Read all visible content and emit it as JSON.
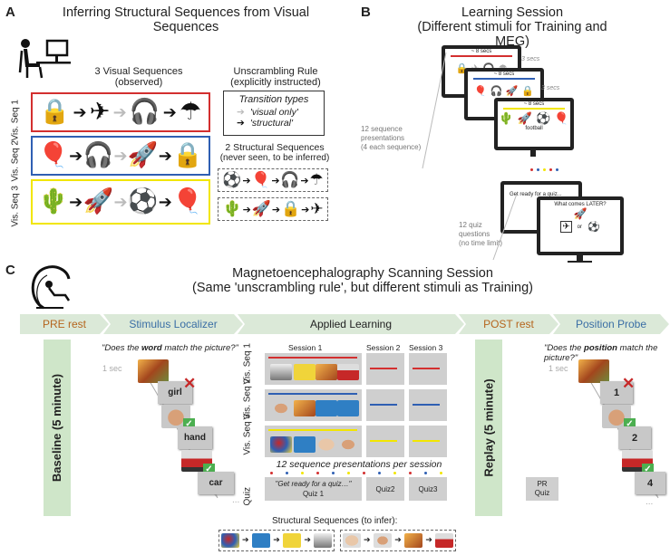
{
  "panel_a": {
    "letter": "A",
    "title": "Inferring Structural Sequences from Visual Sequences",
    "visual_header_1": "3 Visual Sequences",
    "visual_header_2": "(observed)",
    "rule_header_1": "Unscrambling Rule",
    "rule_header_2": "(explicitly instructed)",
    "legend_title": "Transition types",
    "legend_visual": "'visual only'",
    "legend_structural": "'structural'",
    "structural_header_1": "2 Structural Sequences",
    "structural_header_2": "(never seen, to be inferred)",
    "seq_labels": [
      "Vis. Seq 1",
      "Vis. Seq 2",
      "Vis. Seq 3"
    ],
    "seq_colors": [
      "#d32f2f",
      "#2f5fb3",
      "#f2e600"
    ],
    "sequences": [
      {
        "icons": [
          "lock-icon",
          "airplane-icon",
          "headphones-icon",
          "umbrella-icon"
        ],
        "glyphs": [
          "🔒",
          "✈",
          "🎧",
          "☂"
        ],
        "transitions": [
          "structural",
          "visual",
          "structural"
        ]
      },
      {
        "icons": [
          "balloons-icon",
          "headphones-icon",
          "rocket-icon",
          "lock-icon"
        ],
        "glyphs": [
          "🎈",
          "🎧",
          "🚀",
          "🔒"
        ],
        "transitions": [
          "structural",
          "visual",
          "structural"
        ]
      },
      {
        "icons": [
          "plant-icon",
          "rocket-icon",
          "football-icon",
          "balloons-icon"
        ],
        "glyphs": [
          "🌵",
          "🚀",
          "⚽",
          "🎈"
        ],
        "transitions": [
          "structural",
          "visual",
          "structural"
        ]
      }
    ],
    "structural_sequences": [
      {
        "glyphs": [
          "⚽",
          "🎈",
          "🎧",
          "☂"
        ]
      },
      {
        "glyphs": [
          "🌵",
          "🚀",
          "🔒",
          "✈"
        ]
      }
    ]
  },
  "panel_b": {
    "letter": "B",
    "title_1": "Learning Session",
    "title_2": "(Different stimuli for Training and MEG)",
    "timer_label": "~ 8 secs",
    "interval_label": "3 secs",
    "football_caption": "football",
    "note_presentations": [
      "12 sequence",
      "presentations",
      "(4 each sequence)"
    ],
    "note_quiz": [
      "12 quiz",
      "questions",
      "(no time limit)"
    ],
    "quiz_intro": "Get ready for a quiz...",
    "quiz_question": "What comes LATER?",
    "quiz_or": "or"
  },
  "panel_c": {
    "letter": "C",
    "title_1": "Magnetoencephalography Scanning Session",
    "title_2": "(Same 'unscrambling rule', but different stimuli as Training)",
    "phases": [
      "PRE rest",
      "Stimulus Localizer",
      "Applied Learning",
      "POST rest",
      "Position Probe"
    ],
    "phase_colors": [
      "#b5651d",
      "#3a6ea5",
      "#222222",
      "#b5651d",
      "#3a6ea5"
    ],
    "baseline_label": "Baseline (5 minute)",
    "replay_label": "Replay (5 minute)",
    "localizer_question_1": "\"Does the ",
    "localizer_question_word": "word",
    "localizer_question_2": " match the picture?\"",
    "probe_question_1": "\"Does the ",
    "probe_question_word": "position",
    "probe_question_2": " match the picture?\"",
    "one_sec": "1 sec",
    "localizer_words": [
      "girl",
      "hand",
      "car"
    ],
    "probe_positions": [
      "1",
      "2",
      "4"
    ],
    "ellipsis": "...",
    "sessions": [
      "Session 1",
      "Session 2",
      "Session 3"
    ],
    "vis_labels": [
      "Vis. Seq 1",
      "Vis. Seq 2",
      "Vis. Seq 3"
    ],
    "presentations_note": "12 sequence presentations per session",
    "quiz_label": "Quiz",
    "quiz1_line1": "\"Get ready for a quiz…\"",
    "quiz1_line2": "Quiz 1",
    "quiz2": "Quiz2",
    "quiz3": "Quiz3",
    "pr_quiz_1": "PR",
    "pr_quiz_2": "Quiz",
    "structural_to_infer": "Structural Sequences (to infer):"
  }
}
